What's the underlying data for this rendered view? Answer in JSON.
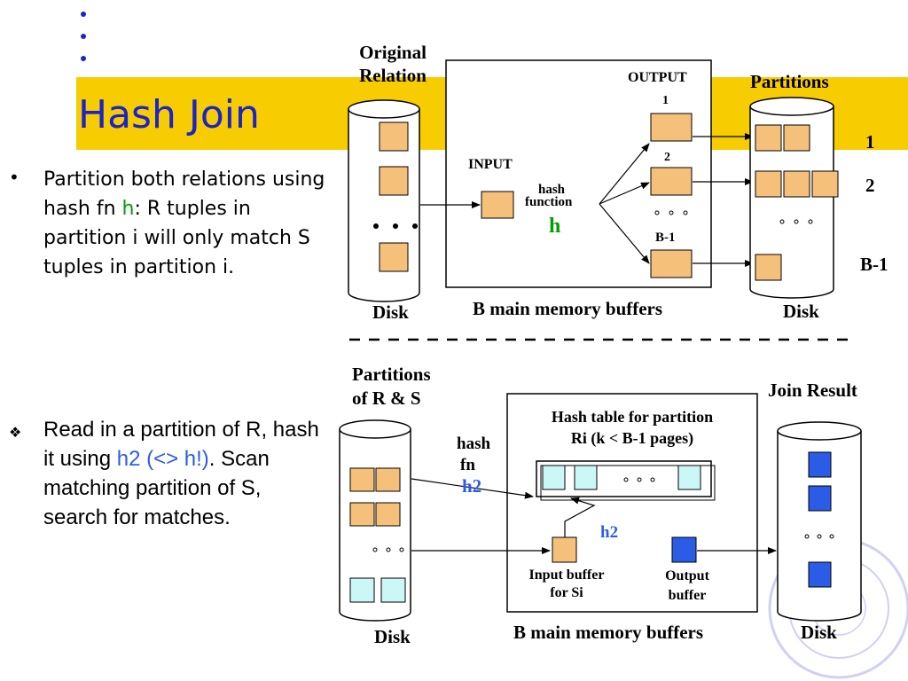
{
  "slide": {
    "title": "Hash Join",
    "bullet1": {
      "marker": "•",
      "pre": "Partition both relations using hash fn ",
      "fn": "h",
      "post": ":  R tuples in partition i will only match S tuples in partition i."
    },
    "bullet2": {
      "marker": "❖",
      "pre": "Read in a partition of R, hash it using ",
      "fn": "h2 (<> h!)",
      "post": ". Scan matching partition of S, search for matches."
    }
  },
  "diagram_top": {
    "original_relation_line1": "Original",
    "original_relation_line2": "Relation",
    "disk_left": "Disk",
    "input": "INPUT",
    "hash_word": "hash",
    "function_word": "function",
    "h": "h",
    "output": "OUTPUT",
    "out1": "1",
    "out2": "2",
    "out_b1": "B-1",
    "buffers_caption": "B main memory buffers",
    "partitions": "Partitions",
    "disk_right": "Disk",
    "part1": "1",
    "part2": "2",
    "part_b1": "B-1"
  },
  "diagram_bottom": {
    "partitions_line1": "Partitions",
    "partitions_line2": "of R & S",
    "disk_left": "Disk",
    "hash_word": "hash",
    "fn_word": "fn",
    "h2": "h2",
    "hash_table_line1": "Hash table for partition",
    "hash_table_line2": "Ri (k < B-1 pages)",
    "h2_inner": "h2",
    "input_buffer_line1": "Input buffer",
    "input_buffer_line2": "for Si",
    "output_buffer_line1": "Output",
    "output_buffer_line2": "buffer",
    "buffers_caption": "B main memory buffers",
    "join_result": "Join Result",
    "disk_right": "Disk"
  },
  "colors": {
    "title_band": "#f7cc00",
    "title_text": "#1a24c9",
    "page_box": "#f5c07a",
    "cyan_box": "#ccf7f7",
    "blue_box": "#2a5ce6",
    "h_green": "#00a000",
    "h2_blue": "#2a5ce6"
  }
}
